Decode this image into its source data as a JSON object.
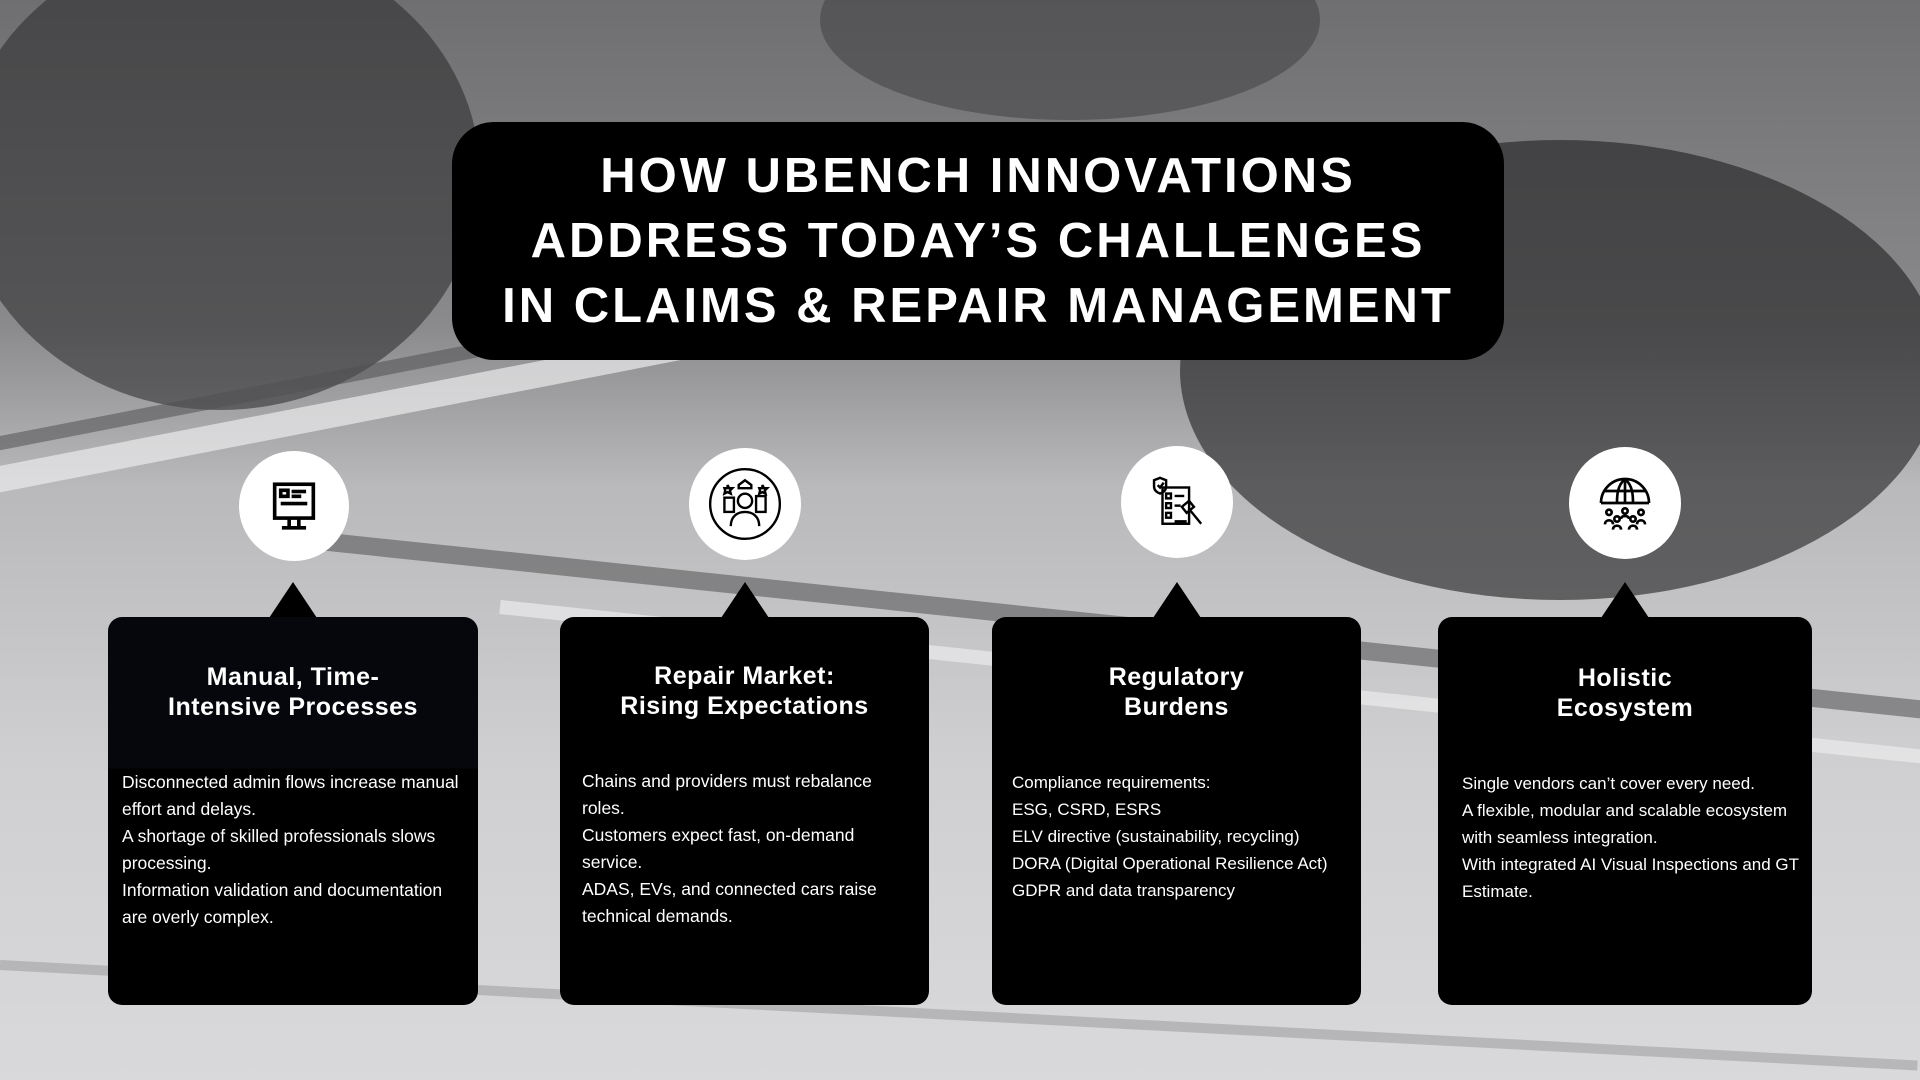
{
  "header": {
    "title_lines": [
      "HOW UBENCH INNOVATIONS",
      "ADDRESS TODAY’S CHALLENGES",
      "IN CLAIMS & REPAIR MANAGEMENT"
    ]
  },
  "cards": [
    {
      "icon": "monitor-id-card-icon",
      "title": [
        "Manual, Time-",
        "Intensive Processes"
      ],
      "body": [
        "Disconnected admin flows increase manual effort and delays.",
        "A shortage of skilled professionals slows processing.",
        "Information validation and documentation are overly complex."
      ]
    },
    {
      "icon": "customer-expectations-icon",
      "title": [
        "Repair Market:",
        "Rising Expectations"
      ],
      "body": [
        "Chains and providers must rebalance roles.",
        "Customers expect fast, on-demand service.",
        "ADAS, EVs, and connected cars raise technical demands."
      ]
    },
    {
      "icon": "regulation-checklist-gavel-icon",
      "title": [
        "Regulatory",
        "Burdens"
      ],
      "body": [
        "Compliance requirements:",
        "ESG, CSRD, ESRS",
        "ELV directive (sustainability, recycling)",
        "DORA (Digital Operational Resilience Act)",
        "GDPR and data transparency"
      ]
    },
    {
      "icon": "global-network-people-icon",
      "title": [
        "Holistic",
        "Ecosystem"
      ],
      "body": [
        "Single vendors can’t cover every need.",
        "A flexible, modular and scalable ecosystem with seamless integration.",
        "With integrated AI Visual Inspections and GT Estimate."
      ]
    }
  ]
}
